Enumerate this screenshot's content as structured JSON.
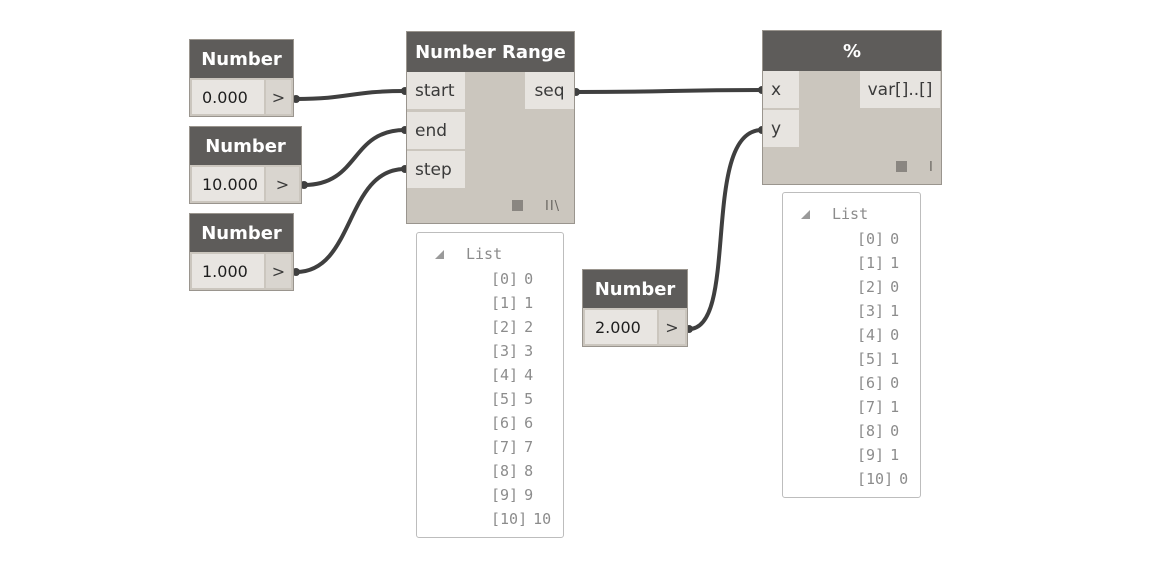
{
  "number_nodes": [
    {
      "title": "Number",
      "value": "0.000",
      "arrow": ">"
    },
    {
      "title": "Number",
      "value": "10.000",
      "arrow": ">"
    },
    {
      "title": "Number",
      "value": "1.000",
      "arrow": ">"
    },
    {
      "title": "Number",
      "value": "2.000",
      "arrow": ">"
    }
  ],
  "range_node": {
    "title": "Number Range",
    "inputs": [
      "start",
      "end",
      "step"
    ],
    "output": "seq",
    "lacing": "II\\"
  },
  "mod_node": {
    "title": "%",
    "inputs": [
      "x",
      "y"
    ],
    "output": "var[]..[]",
    "lacing": "I"
  },
  "range_preview": {
    "header": "List",
    "items": [
      {
        "index": "[0]",
        "value": "0"
      },
      {
        "index": "[1]",
        "value": "1"
      },
      {
        "index": "[2]",
        "value": "2"
      },
      {
        "index": "[3]",
        "value": "3"
      },
      {
        "index": "[4]",
        "value": "4"
      },
      {
        "index": "[5]",
        "value": "5"
      },
      {
        "index": "[6]",
        "value": "6"
      },
      {
        "index": "[7]",
        "value": "7"
      },
      {
        "index": "[8]",
        "value": "8"
      },
      {
        "index": "[9]",
        "value": "9"
      },
      {
        "index": "[10]",
        "value": "10"
      }
    ]
  },
  "mod_preview": {
    "header": "List",
    "items": [
      {
        "index": "[0]",
        "value": "0"
      },
      {
        "index": "[1]",
        "value": "1"
      },
      {
        "index": "[2]",
        "value": "0"
      },
      {
        "index": "[3]",
        "value": "1"
      },
      {
        "index": "[4]",
        "value": "0"
      },
      {
        "index": "[5]",
        "value": "1"
      },
      {
        "index": "[6]",
        "value": "0"
      },
      {
        "index": "[7]",
        "value": "1"
      },
      {
        "index": "[8]",
        "value": "0"
      },
      {
        "index": "[9]",
        "value": "1"
      },
      {
        "index": "[10]",
        "value": "0"
      }
    ]
  },
  "colors": {
    "node_header": "#5e5c5a",
    "node_body": "#cbc6be",
    "wire": "#3f3f3f"
  }
}
